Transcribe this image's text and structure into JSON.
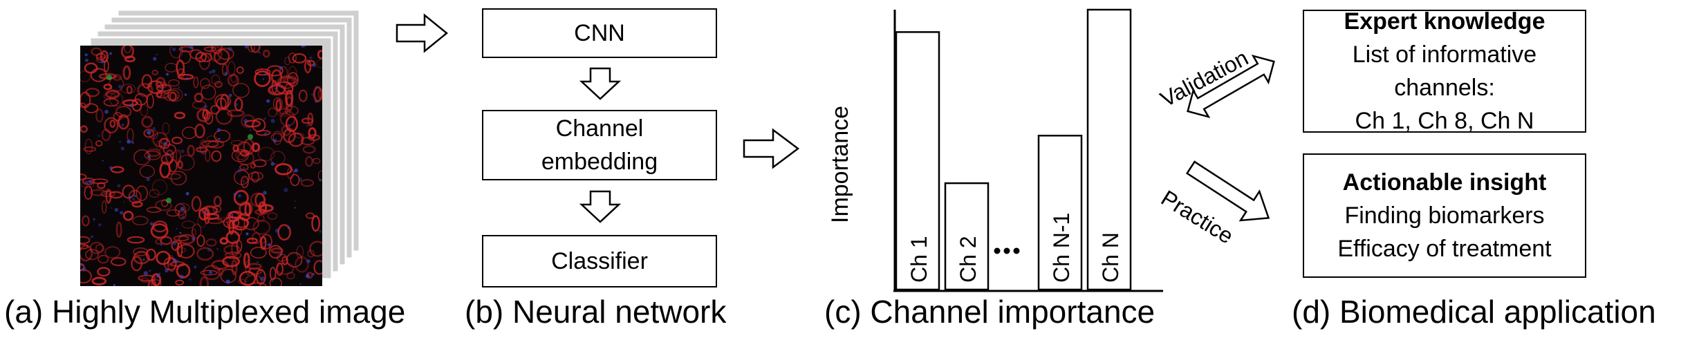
{
  "panel_a": {
    "caption": "(a) Highly Multiplexed image"
  },
  "panel_b": {
    "caption": "(b) Neural network",
    "box_cnn": "CNN",
    "box_embedding_line1": "Channel",
    "box_embedding_line2": "embedding",
    "box_classifier": "Classifier"
  },
  "panel_c": {
    "caption": "(c) Channel importance",
    "ylabel": "Importance",
    "ellipsis": "..."
  },
  "panel_d": {
    "caption": "(d) Biomedical application",
    "expert_title": "Expert knowledge",
    "expert_line1": "List of informative channels:",
    "expert_line2": "Ch 1, Ch 8, Ch N",
    "insight_title": "Actionable insight",
    "insight_line1": "Finding biomarkers",
    "insight_line2": "Efficacy of treatment",
    "arrow_validation": "Validation",
    "arrow_practice": "Practice"
  },
  "chart_data": {
    "type": "bar",
    "categories": [
      "Ch 1",
      "Ch 2",
      "...",
      "Ch N-1",
      "Ch N"
    ],
    "values": [
      0.92,
      0.38,
      null,
      0.55,
      1.0
    ],
    "ylabel": "Importance",
    "ylim": [
      0,
      1
    ],
    "grid": false
  },
  "colors": {
    "image_background": "#0a0608",
    "image_cells": "#d22828",
    "image_nuclei": "#3b48c8",
    "image_green": "#22b04a",
    "stack_sheet": "#c8c8c8",
    "line": "#000000"
  }
}
